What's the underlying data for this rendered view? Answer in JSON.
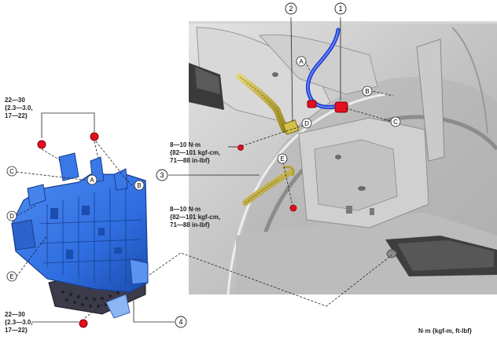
{
  "callouts": {
    "n1": "1",
    "n2": "2",
    "n3": "3",
    "n4": "4",
    "A": "A",
    "B": "B",
    "C": "C",
    "D": "D",
    "E": "E"
  },
  "torque": {
    "upper_left": [
      "22—30",
      "{2.3—3.0,",
      "17—22}"
    ],
    "mid_upper": [
      "8—10 N·m",
      "{82—101 kgf-cm,",
      "71—88 in-lbf}"
    ],
    "mid_lower": [
      "8—10 N·m",
      "{82—101 kgf-cm,",
      "71—88 in-lbf}"
    ],
    "lower_left": [
      "22—30",
      "{2.3—3.0,",
      "17—22}"
    ]
  },
  "units_note": "N·m {kgf-m, ft-lbf}",
  "colors": {
    "bracket_blue": "#2f6ee0",
    "bracket_dark": "#1d4fb0",
    "bolt_red": "#e01020",
    "hose_blue": "#1f3fd8",
    "harness_yellow": "#c8b43a",
    "body_grey": "#c9c9c9"
  }
}
